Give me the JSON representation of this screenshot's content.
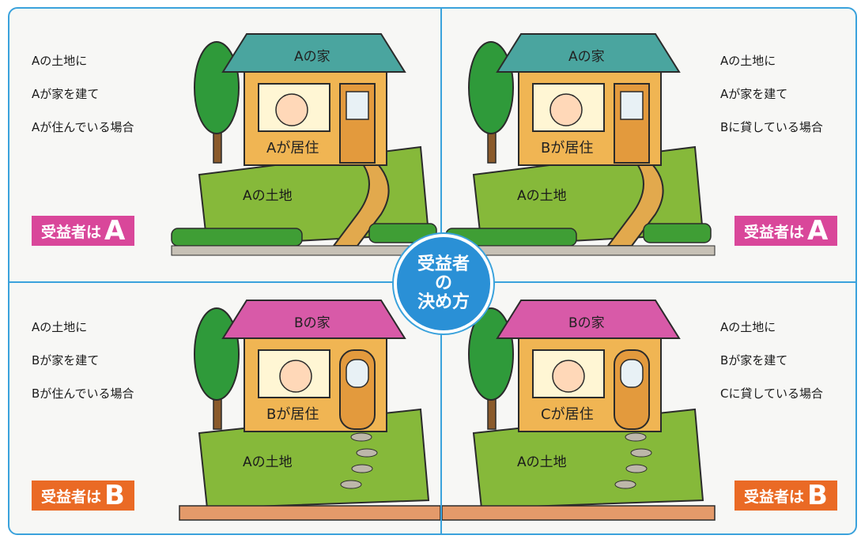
{
  "colors": {
    "border": "#3aa2dc",
    "center_circle": "#2a90d6",
    "roof_a": "#4aa59f",
    "roof_b": "#d85aa8",
    "badge_a": "#d9479a",
    "badge_b": "#ea6a25",
    "lawn": "#86b93a",
    "house_wall": "#f0b553"
  },
  "center": {
    "line1": "受益者",
    "line2": "の",
    "line3": "決め方"
  },
  "quadrants": [
    {
      "desc": [
        "Aの土地に",
        "Aが家を建て",
        "Aが住んでいる場合"
      ],
      "roof_label": "Aの家",
      "resident_label": "Aが居住",
      "land_label": "Aの土地",
      "badge_text": "受益者は",
      "badge_letter": "A",
      "roof": "roof-a",
      "badge": "badge-a"
    },
    {
      "desc": [
        "Aの土地に",
        "Aが家を建て",
        "Bに貸している場合"
      ],
      "roof_label": "Aの家",
      "resident_label": "Bが居住",
      "land_label": "Aの土地",
      "badge_text": "受益者は",
      "badge_letter": "A",
      "roof": "roof-a",
      "badge": "badge-a"
    },
    {
      "desc": [
        "Aの土地に",
        "Bが家を建て",
        "Bが住んでいる場合"
      ],
      "roof_label": "Bの家",
      "resident_label": "Bが居住",
      "land_label": "Aの土地",
      "badge_text": "受益者は",
      "badge_letter": "B",
      "roof": "roof-b",
      "badge": "badge-b"
    },
    {
      "desc": [
        "Aの土地に",
        "Bが家を建て",
        "Cに貸している場合"
      ],
      "roof_label": "Bの家",
      "resident_label": "Cが居住",
      "land_label": "Aの土地",
      "badge_text": "受益者は",
      "badge_letter": "B",
      "roof": "roof-b",
      "badge": "badge-b"
    }
  ]
}
